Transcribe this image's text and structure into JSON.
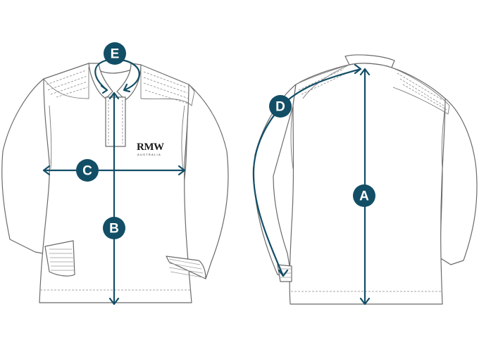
{
  "labels": {
    "a": "A",
    "b": "B",
    "c": "C",
    "d": "D",
    "e": "E"
  },
  "logo": {
    "brand": "RMW",
    "subtitle": "AUSTRALIA"
  },
  "colors": {
    "measure": "#124e66",
    "outline": "#6b6b6b"
  }
}
